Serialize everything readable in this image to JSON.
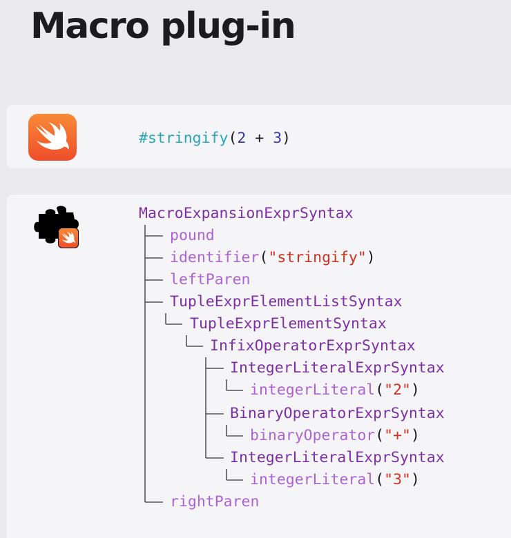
{
  "header": {
    "title": "Macro plug-in"
  },
  "source_line": {
    "macro": "#stringify",
    "open": "(",
    "lhs": "2",
    "op": " + ",
    "rhs": "3",
    "close": ")"
  },
  "syntax_tree": {
    "root": "MacroExpansionExprSyntax",
    "pound": "pound",
    "identifier": "identifier",
    "identifier_arg": "\"stringify\"",
    "left_paren": "leftParen",
    "tuple_list": "TupleExprElementListSyntax",
    "tuple_elem": "TupleExprElementSyntax",
    "infix": "InfixOperatorExprSyntax",
    "int_expr_1": "IntegerLiteralExprSyntax",
    "int_lit_1": "integerLiteral",
    "int_lit_1_arg": "\"2\"",
    "binop_expr": "BinaryOperatorExprSyntax",
    "binop_tok": "binaryOperator",
    "binop_tok_arg": "\"+\"",
    "int_expr_2": "IntegerLiteralExprSyntax",
    "int_lit_2": "integerLiteral",
    "int_lit_2_arg": "\"3\"",
    "right_paren": "rightParen",
    "open_paren": "(",
    "close_paren": ")"
  },
  "icons": {
    "swift": "swift-logo-icon",
    "plugin": "puzzle-piece-icon",
    "plugin_badge": "swift-badge-icon"
  },
  "colors": {
    "macro": "#2aa5b7",
    "number": "#3a37a6",
    "string": "#d12f1b",
    "type": "#7e2fa6",
    "token": "#ae63d3",
    "swift_orange_top": "#f88a36",
    "swift_orange_bottom": "#ef4d2a"
  }
}
